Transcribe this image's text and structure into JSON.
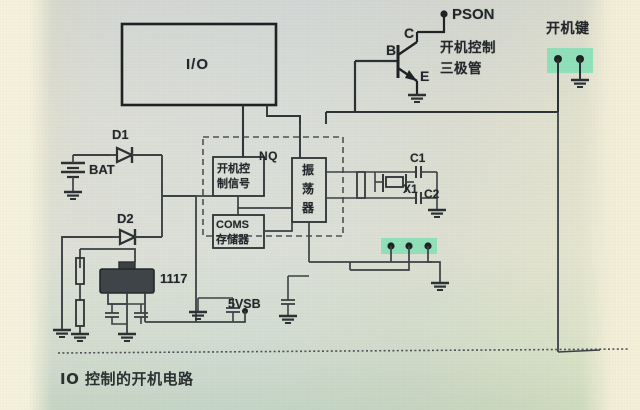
{
  "page": {
    "caption": "IO 控制的开机电路",
    "background_color": "#e8e8dd",
    "paper_edge_color": "#f4f1dc",
    "wire_color": "#3a3f42",
    "heavy_wire_color": "#1d2124",
    "highlight_color": "#7fe0b4"
  },
  "blocks": {
    "io": {
      "label": "I/O"
    },
    "nq": {
      "label": "NQ"
    },
    "power_signal": {
      "label_line1": "开机控",
      "label_line2": "制信号"
    },
    "oscillator": {
      "label_char1": "振",
      "label_char2": "荡",
      "label_char3": "器"
    },
    "cmos": {
      "label_line1": "COMS",
      "label_line2": "存储器"
    }
  },
  "labels": {
    "pson": "PSON",
    "transistor_base": "B",
    "transistor_collector": "C",
    "transistor_emitter": "E",
    "transistor_name_line1": "开机控制",
    "transistor_name_line2": "三极管",
    "power_button": "开机键",
    "diode_1": "D1",
    "diode_2": "D2",
    "battery": "BAT",
    "regulator": "1117",
    "crystal": "X1",
    "cap_1": "C1",
    "cap_2": "C2",
    "standby_rail": "5VSB"
  },
  "highlights": [
    {
      "name": "power-button-connector",
      "points": 2
    },
    {
      "name": "front-panel-header",
      "points": 3
    }
  ]
}
